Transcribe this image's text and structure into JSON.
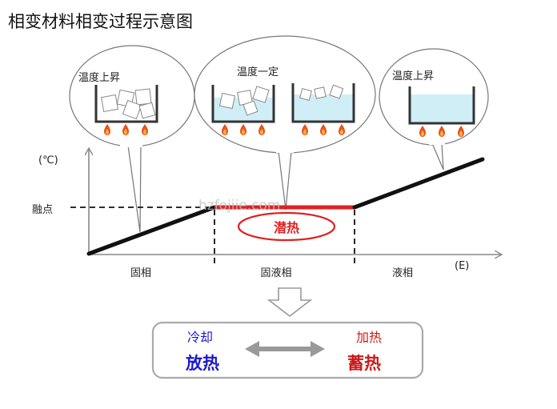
{
  "title": "相变材料相变过程示意图",
  "bubbles": {
    "left": "温度上昇",
    "middle": "温度一定",
    "right": "温度上昇"
  },
  "axes": {
    "y_unit": "(℃)",
    "x_unit": "(E)",
    "melting_point": "融点"
  },
  "phases": {
    "solid": "固相",
    "mixed": "固液相",
    "liquid": "液相"
  },
  "latent_heat": "潜热",
  "watermark": "hzfojiie.com",
  "summary": {
    "cool_label": "冷却",
    "release_label": "放热",
    "heat_label": "加热",
    "store_label": "蓄热",
    "cool_color": "#1a1acc",
    "heat_color": "#cc1a1a"
  },
  "colors": {
    "curve": "#111111",
    "plateau": "#e02020",
    "flame": "#e8521e",
    "water": "#cfeef6"
  }
}
